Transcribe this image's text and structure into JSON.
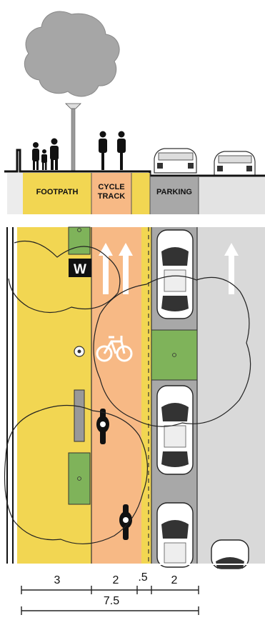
{
  "section": {
    "footpath": "FOOTPATH",
    "cycle_track_line1": "CYCLE",
    "cycle_track_line2": "TRACK",
    "parking": "PARKING"
  },
  "plan": {
    "sign_letter": "W"
  },
  "dimensions": {
    "footpath_width": "3",
    "cycle_track_width": "2",
    "buffer_width": ".5",
    "parking_width": "2",
    "total_width": "7.5"
  },
  "colors": {
    "footpath": "#f2d652",
    "cycle_track": "#f7b985",
    "parking": "#a8a8a8",
    "carriageway": "#d9d9d9",
    "verge": "#7fb35a",
    "tree": "#a6a6a6"
  }
}
